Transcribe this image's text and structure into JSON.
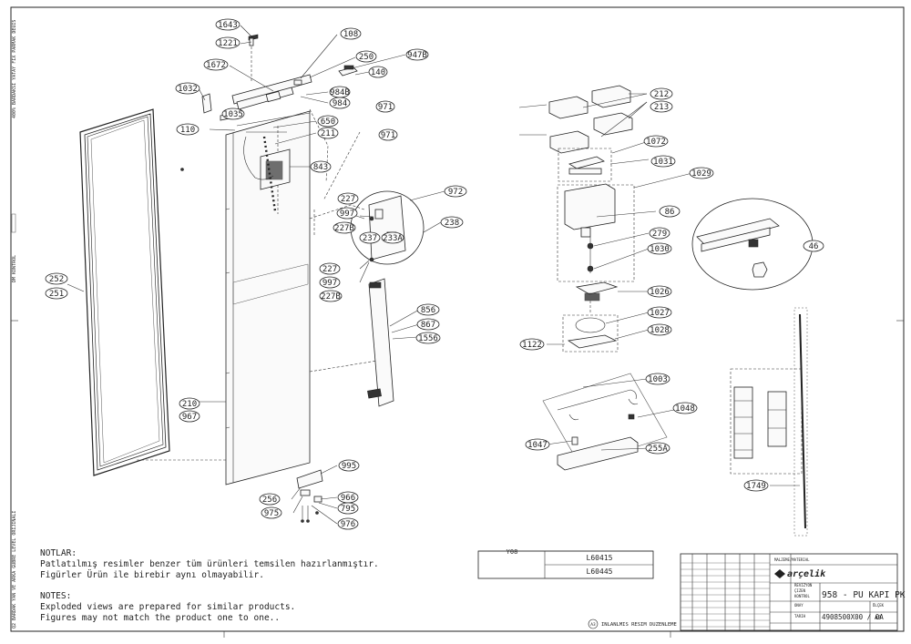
{
  "callouts": [
    {
      "id": "c1643",
      "label": "1643"
    },
    {
      "id": "c1221",
      "label": "1221"
    },
    {
      "id": "c108",
      "label": "108"
    },
    {
      "id": "c1672",
      "label": "1672"
    },
    {
      "id": "c250",
      "label": "250"
    },
    {
      "id": "c947B",
      "label": "947B"
    },
    {
      "id": "c1032",
      "label": "1032"
    },
    {
      "id": "c140",
      "label": "140"
    },
    {
      "id": "c984B",
      "label": "984B"
    },
    {
      "id": "c984",
      "label": "984"
    },
    {
      "id": "c1035",
      "label": "1035"
    },
    {
      "id": "c971a",
      "label": "971"
    },
    {
      "id": "c110",
      "label": "110"
    },
    {
      "id": "c650",
      "label": "650"
    },
    {
      "id": "c211",
      "label": "211"
    },
    {
      "id": "c971b",
      "label": "971"
    },
    {
      "id": "c843",
      "label": "843"
    },
    {
      "id": "c972",
      "label": "972"
    },
    {
      "id": "c227a",
      "label": "227"
    },
    {
      "id": "c997a",
      "label": "997"
    },
    {
      "id": "c227Ba",
      "label": "227B"
    },
    {
      "id": "c238",
      "label": "238"
    },
    {
      "id": "c237",
      "label": "237"
    },
    {
      "id": "c233A",
      "label": "233A"
    },
    {
      "id": "c227b",
      "label": "227"
    },
    {
      "id": "c997b",
      "label": "997"
    },
    {
      "id": "c227Bb",
      "label": "227B"
    },
    {
      "id": "c252",
      "label": "252"
    },
    {
      "id": "c251",
      "label": "251"
    },
    {
      "id": "c856",
      "label": "856"
    },
    {
      "id": "c867",
      "label": "867"
    },
    {
      "id": "c1556",
      "label": "1556"
    },
    {
      "id": "c210",
      "label": "210"
    },
    {
      "id": "c967",
      "label": "967"
    },
    {
      "id": "c995",
      "label": "995"
    },
    {
      "id": "c256",
      "label": "256"
    },
    {
      "id": "c966",
      "label": "966"
    },
    {
      "id": "c795",
      "label": "795"
    },
    {
      "id": "c975",
      "label": "975"
    },
    {
      "id": "c976",
      "label": "976"
    },
    {
      "id": "c212",
      "label": "212"
    },
    {
      "id": "c213",
      "label": "213"
    },
    {
      "id": "c1072",
      "label": "1072"
    },
    {
      "id": "c1031",
      "label": "1031"
    },
    {
      "id": "c1029",
      "label": "1029"
    },
    {
      "id": "c86",
      "label": "86"
    },
    {
      "id": "c279",
      "label": "279"
    },
    {
      "id": "c1030",
      "label": "1030"
    },
    {
      "id": "c46",
      "label": "46"
    },
    {
      "id": "c1026",
      "label": "1026"
    },
    {
      "id": "c1027",
      "label": "1027"
    },
    {
      "id": "c1028",
      "label": "1028"
    },
    {
      "id": "c1122",
      "label": "1122"
    },
    {
      "id": "c1003",
      "label": "1003"
    },
    {
      "id": "c1048",
      "label": "1048"
    },
    {
      "id": "c1047",
      "label": "1047"
    },
    {
      "id": "c255A",
      "label": "255A"
    },
    {
      "id": "c1749",
      "label": "1749"
    }
  ],
  "notes": {
    "heading_tr": "NOTLAR:",
    "line_tr_1": "Patlatılmış resimler benzer tüm ürünleri temsilen hazırlanmıştır.",
    "line_tr_2": "Figürler Ürün ile birebir aynı olmayabilir.",
    "heading_en": "NOTES:",
    "line_en_1": "Exploded views are prepared for similar products.",
    "line_en_2": "Figures may not match the product one to one.."
  },
  "variant_table": {
    "header": "Y08",
    "rows": [
      "L60415",
      "L60445"
    ]
  },
  "stamp": {
    "code": "A3",
    "text": "INLANLMIS RESIM DUZENLEME"
  },
  "title_block": {
    "brand": "arçelik",
    "title": "958 - PU KAPI PK",
    "doc_number": "4908500X00 / 0A",
    "sheet_size": "A3",
    "labels": [
      "MALZEME/MATERIAL",
      "REVIZYON",
      "ÇIZEN",
      "KONTROL",
      "ONAY",
      "ÖLÇEK",
      "TARIH"
    ]
  },
  "left_margin": {
    "top": "400% BARDAKSI YATAY FIX PARMAK DEÜIS",
    "middle": "DM KONTROL",
    "bottom": "Q2 BARDAK YAN VE ARKA GUBRE LEVEL ORIJINALI"
  }
}
